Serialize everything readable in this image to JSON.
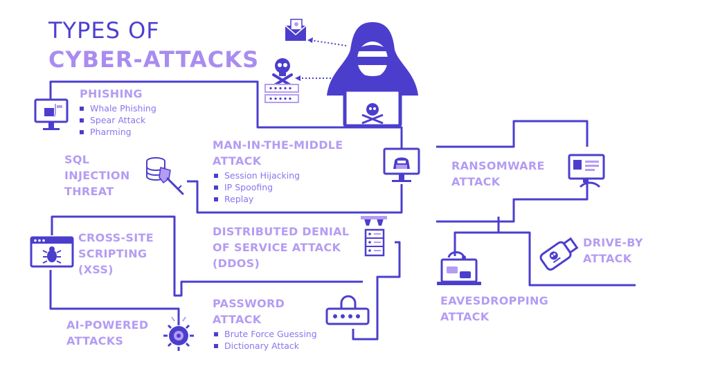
{
  "title": {
    "line1": "TYPES OF",
    "line2": "CYBER-ATTACKS"
  },
  "colors": {
    "line": "#4b3ecd",
    "label": "#b49cf3",
    "title_dark": "#4d3fd0",
    "title_light": "#a98cf0",
    "bullet_text": "#8a74ee"
  },
  "sections": {
    "phishing": {
      "title": "PHISHING",
      "items": [
        "Whale Phishing",
        "Spear Attack",
        "Pharming"
      ]
    },
    "sql": {
      "lines": [
        "SQL",
        "INJECTION",
        "THREAT"
      ]
    },
    "mitm": {
      "lines": [
        "MAN-IN-THE-MIDDLE",
        "ATTACK"
      ],
      "items": [
        "Session Hijacking",
        "IP Spoofing",
        "Replay"
      ]
    },
    "ransomware": {
      "lines": [
        "RANSOMWARE",
        "ATTACK"
      ]
    },
    "xss": {
      "lines": [
        "CROSS-SITE",
        "SCRIPTING",
        "(XSS)"
      ]
    },
    "ddos": {
      "lines": [
        "DISTRIBUTED DENIAL",
        "OF SERVICE ATTACK",
        "(DDOS)"
      ]
    },
    "driveby": {
      "lines": [
        "DRIVE-BY",
        "ATTACK"
      ]
    },
    "eavesdropping": {
      "lines": [
        "EAVESDROPPING",
        "ATTACK"
      ]
    },
    "password": {
      "lines": [
        "PASSWORD",
        "ATTACK"
      ],
      "items": [
        "Brute Force Guessing",
        "Dictionary Attack"
      ]
    },
    "ai": {
      "lines": [
        "AI-POWERED",
        "ATTACKS"
      ]
    }
  },
  "icons": [
    "email-icon",
    "skull-crossbones-icon",
    "password-field-icon",
    "hacker-icon",
    "phishing-monitor-icon",
    "database-shield-icon",
    "mitm-monitor-icon",
    "ransomware-monitor-icon",
    "xss-browser-icon",
    "server-rack-icon",
    "usb-drive-icon",
    "eavesdropping-laptop-icon",
    "password-lock-icon",
    "ai-chip-icon"
  ]
}
